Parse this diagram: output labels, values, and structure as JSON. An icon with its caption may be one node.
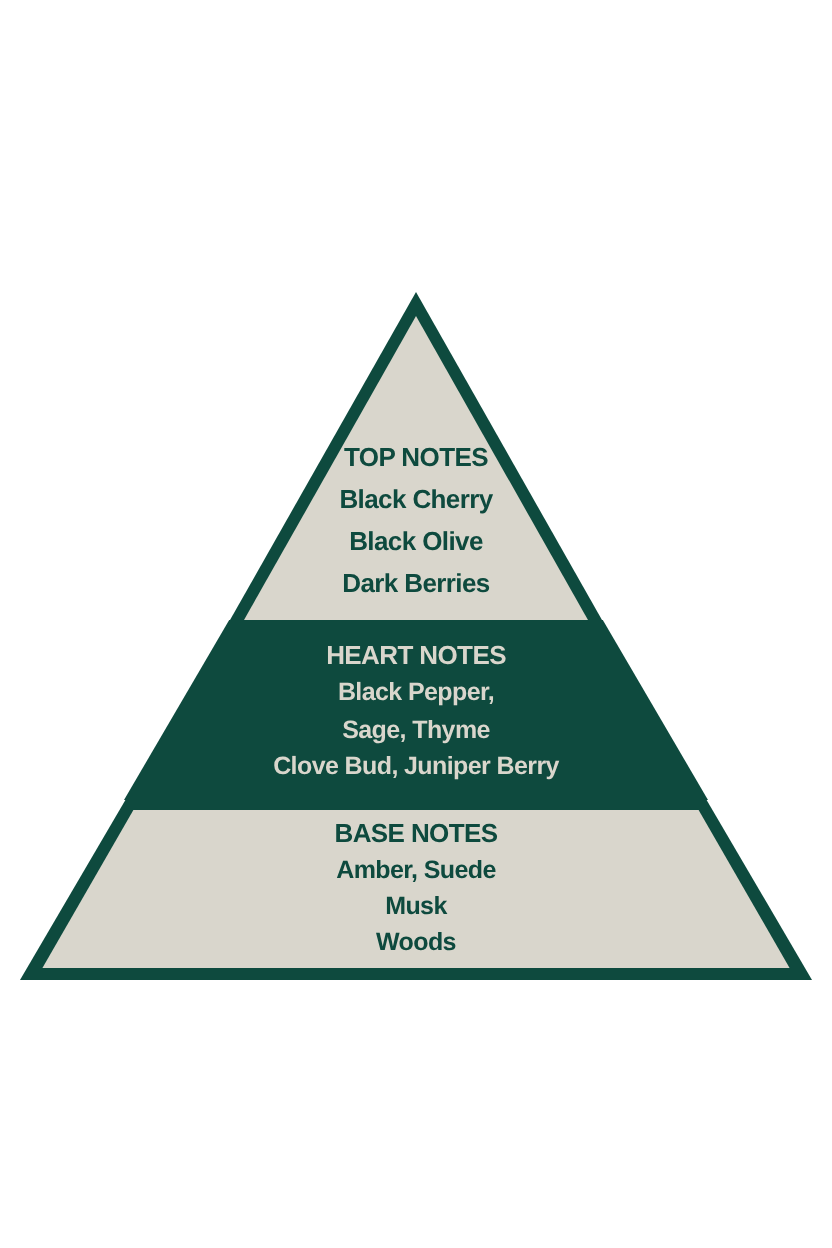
{
  "diagram": {
    "nodes": [
      {
        "text": [
          "TOP NOTES",
          "Black Cherry",
          "Black Olive",
          "Dark Berries"
        ]
      },
      {
        "text": [
          "HEART NOTES",
          "Black Pepper,",
          "Sage, Thyme",
          "Clove Bud, Juniper Berry"
        ]
      },
      {
        "text": [
          "BASE NOTES",
          "Amber, Suede",
          "Musk",
          "Woods"
        ]
      }
    ]
  }
}
